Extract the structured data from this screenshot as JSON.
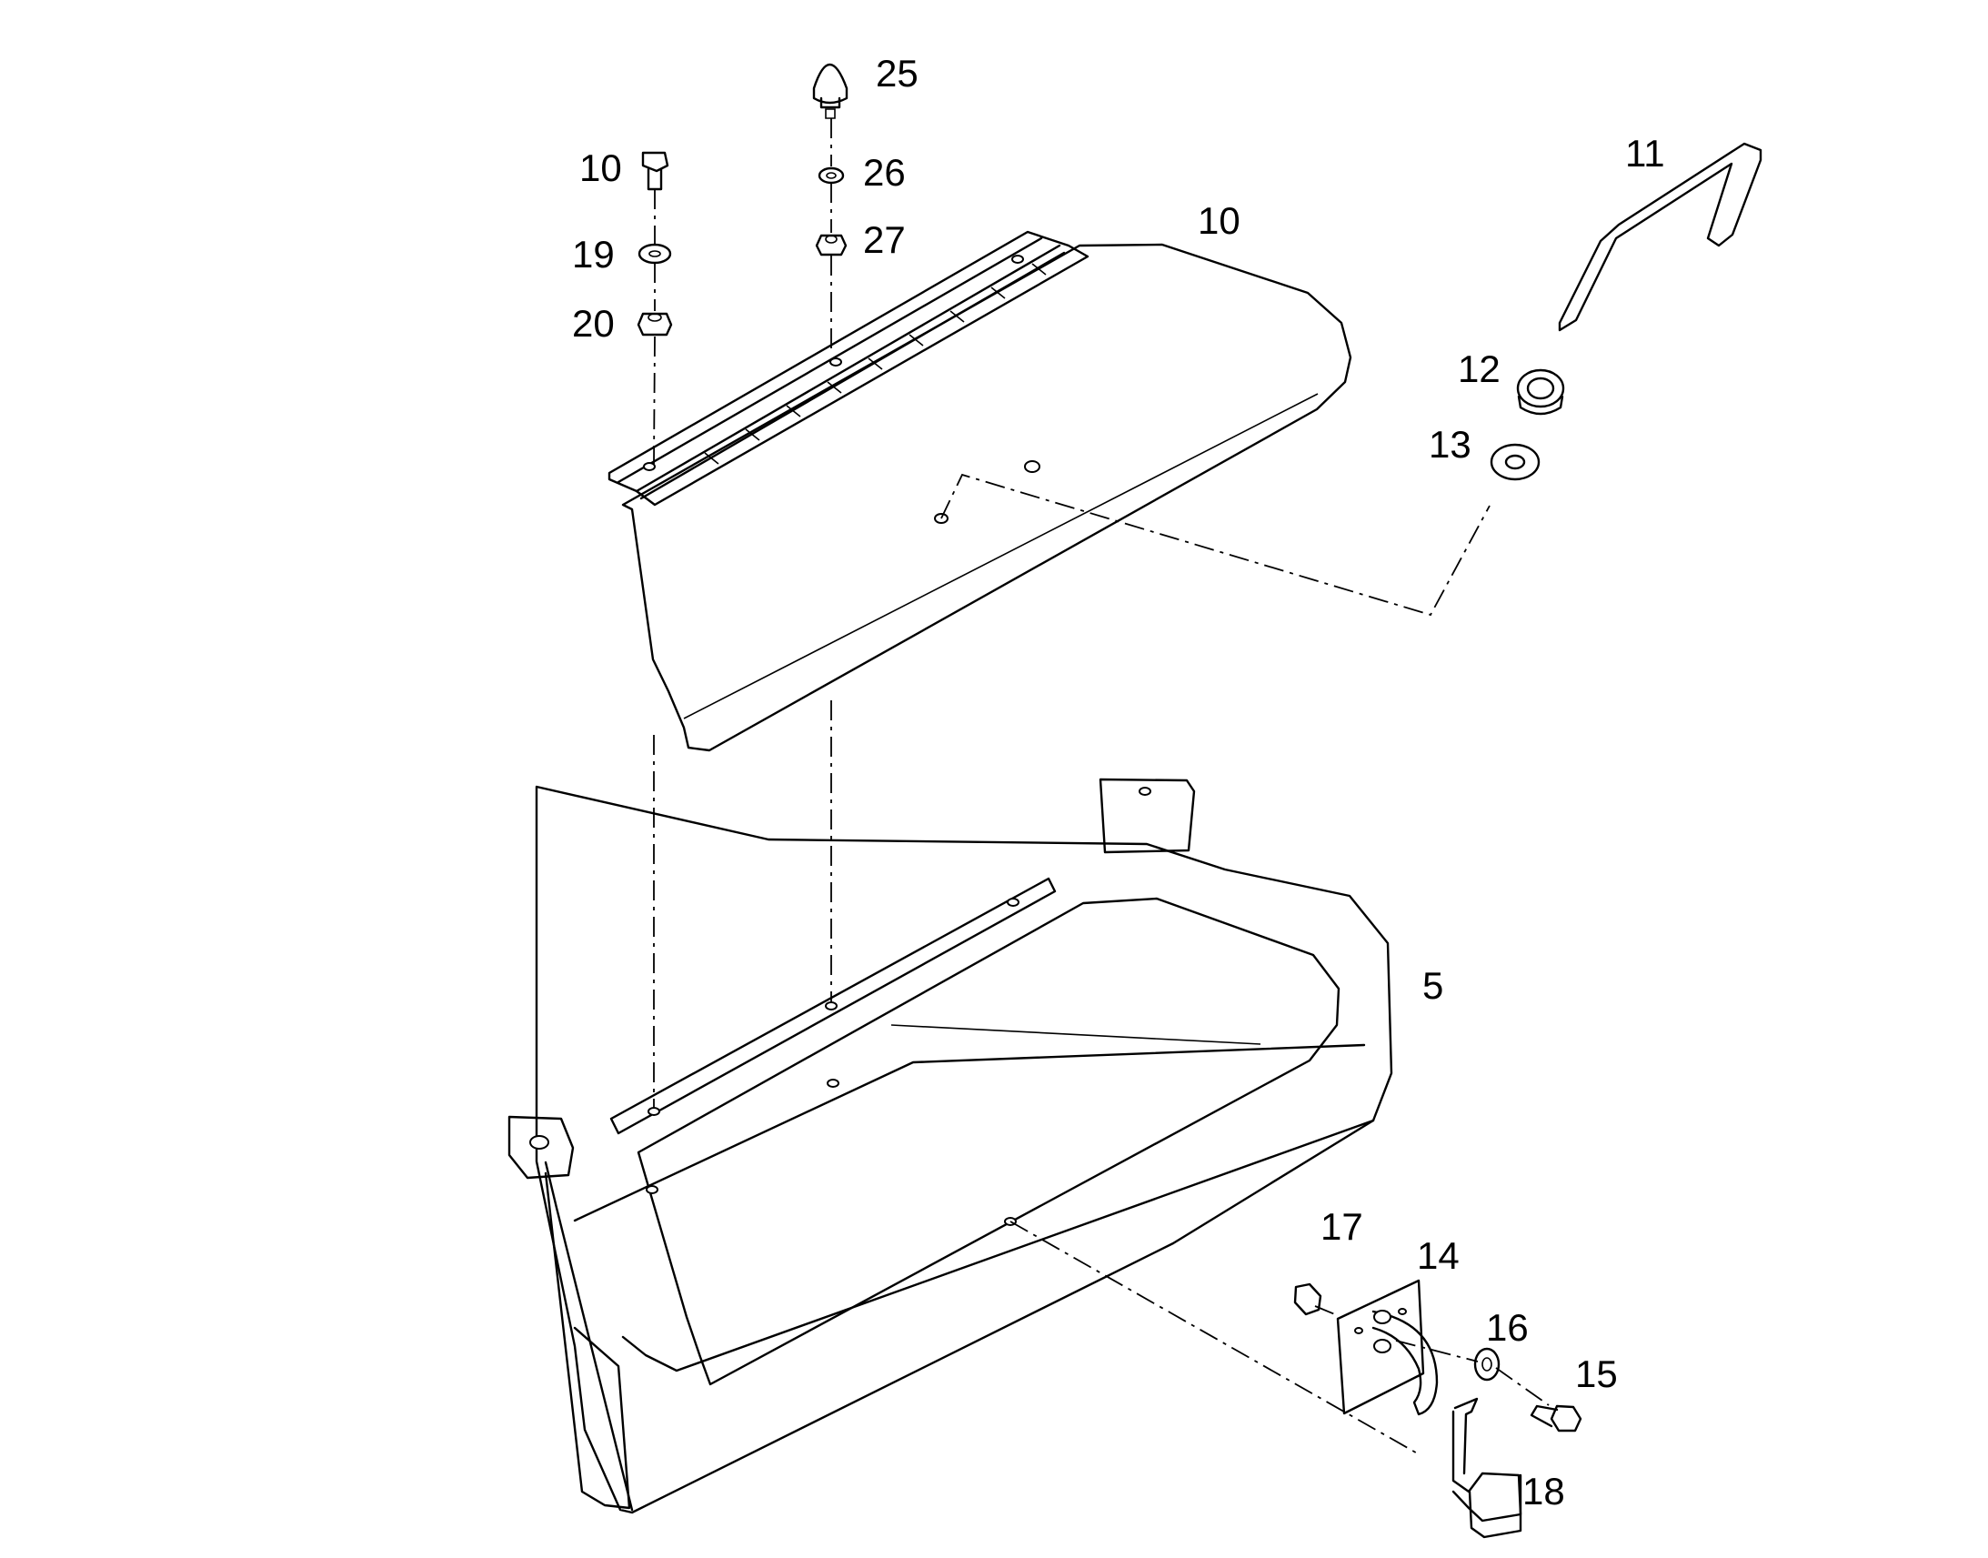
{
  "callouts": {
    "c25": "25",
    "c10a": "10",
    "c26": "26",
    "c27": "27",
    "c19": "19",
    "c20": "20",
    "c10b": "10",
    "c11": "11",
    "c12": "12",
    "c13": "13",
    "c5": "5",
    "c17": "17",
    "c14": "14",
    "c16": "16",
    "c15": "15",
    "c18": "18"
  }
}
